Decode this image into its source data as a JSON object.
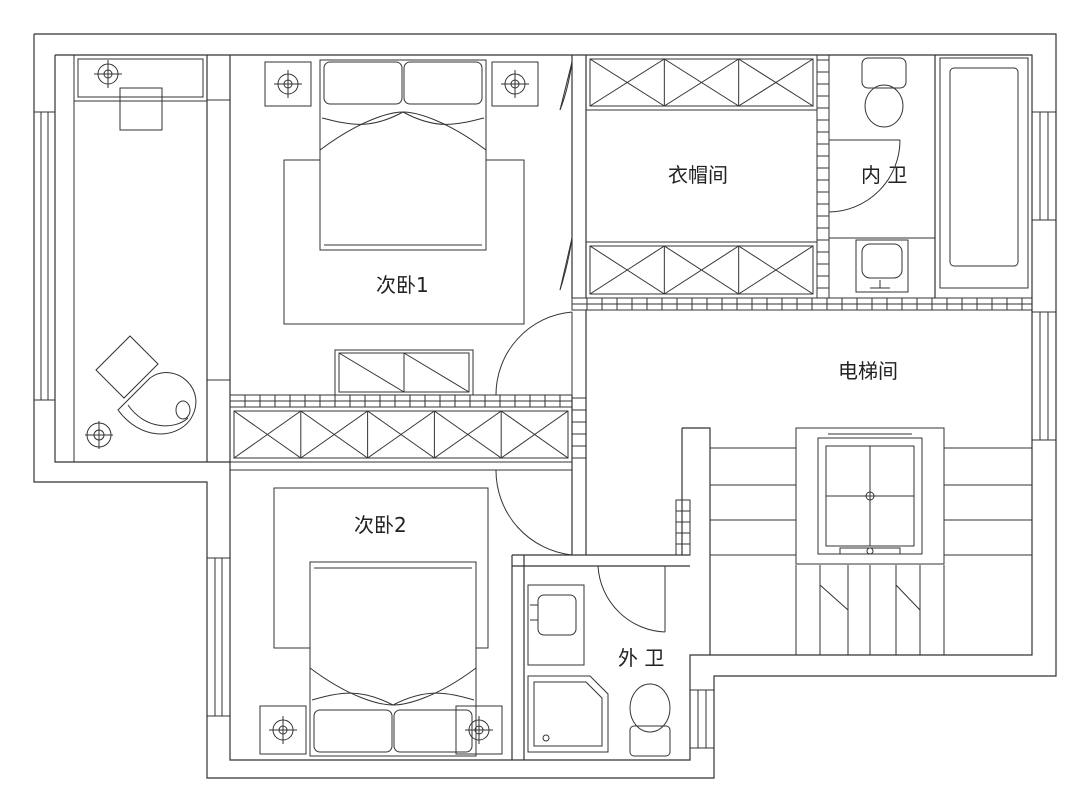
{
  "rooms": {
    "bedroom1": "次卧1",
    "bedroom2": "次卧2",
    "cloakroom": "衣帽间",
    "inner_bath": "内 卫",
    "outer_bath": "外 卫",
    "elevator_hall": "电梯间"
  },
  "colors": {
    "line": "#333333",
    "background": "#ffffff",
    "text": "#222222"
  },
  "icons": [
    "lamp-icon",
    "bed-icon",
    "wardrobe-icon",
    "toilet-icon",
    "sink-icon",
    "bathtub-icon",
    "shower-icon",
    "chair-icon",
    "desk-icon",
    "elevator-icon",
    "stair-icon",
    "door-swing-icon",
    "window-icon"
  ]
}
